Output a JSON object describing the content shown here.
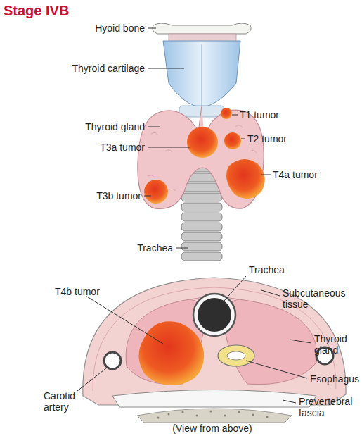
{
  "diagram": {
    "title": "Stage IVB",
    "caption": "(View from above)",
    "labels": [
      "Hyoid bone",
      "Thyroid cartilage",
      "Thyroid gland",
      "T1 tumor",
      "T2 tumor",
      "T3a tumor",
      "T4a tumor",
      "T3b tumor",
      "Trachea",
      "T4b tumor",
      "Trachea",
      "Subcutaneous tissue",
      "Thyroid gland",
      "Esophagus",
      "Carotid artery",
      "Prevertebral fascia"
    ]
  }
}
